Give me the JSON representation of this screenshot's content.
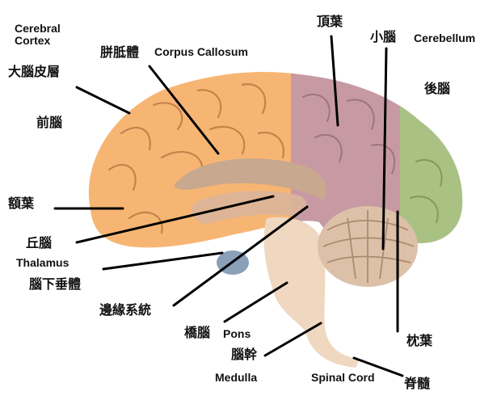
{
  "labels": {
    "cerebral_cortex_en": "Cerebral\nCortex",
    "cerebral_cortex_zh": "大腦皮層",
    "forebrain_zh": "前腦",
    "corpus_callosum_zh": "胼胝體",
    "corpus_callosum_en": "Corpus Callosum",
    "parietal_zh": "頂葉",
    "cerebellum_zh": "小腦",
    "cerebellum_en": "Cerebellum",
    "hindbrain_zh": "後腦",
    "frontal_zh": "額葉",
    "thalamus_zh": "丘腦",
    "thalamus_en": "Thalamus",
    "pituitary_zh": "腦下垂體",
    "limbic_zh": "邊緣系統",
    "pons_zh": "橋腦",
    "pons_en": "Pons",
    "brainstem_zh": "腦幹",
    "medulla_en": "Medulla",
    "spinal_cord_en": "Spinal Cord",
    "spinal_cord_zh": "脊髓",
    "occipital_zh": "枕葉"
  },
  "colors": {
    "cortex": "#f7b574",
    "parietal": "#c79aa3",
    "occipital": "#a9c284",
    "brainstem": "#f0d7c0",
    "cerebellum": "#dcc0a8",
    "limbic": "#c8a88f",
    "pituitary": "#8aa0b8",
    "leader": "#000000"
  }
}
